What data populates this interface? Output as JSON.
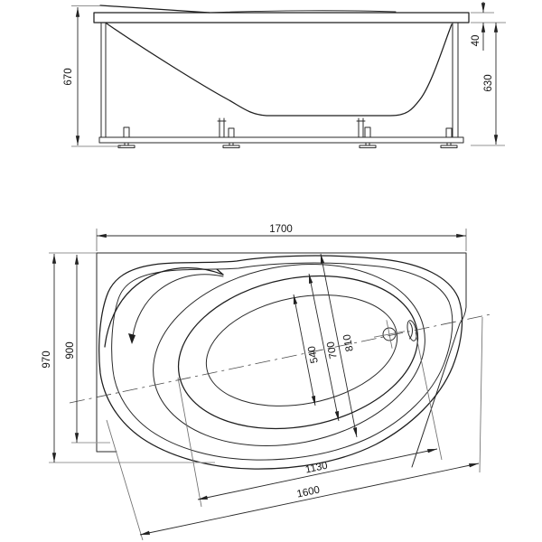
{
  "drawing": {
    "type": "bathtub-technical-drawing",
    "side_view": {
      "total_height": "670",
      "rim_thickness": "40",
      "frame_height": "630"
    },
    "plan_view": {
      "overall_length": "1700",
      "overall_width": "970",
      "wall_width": "900",
      "floor_width": "540",
      "bowl_width": "700",
      "deck_width": "810",
      "bowl_length": "1130",
      "rim_length": "1600"
    }
  },
  "colors": {
    "line": "#1e1e1e",
    "dimension": "#2b2b2b",
    "extension": "#9a9a9a",
    "background": "#ffffff"
  }
}
